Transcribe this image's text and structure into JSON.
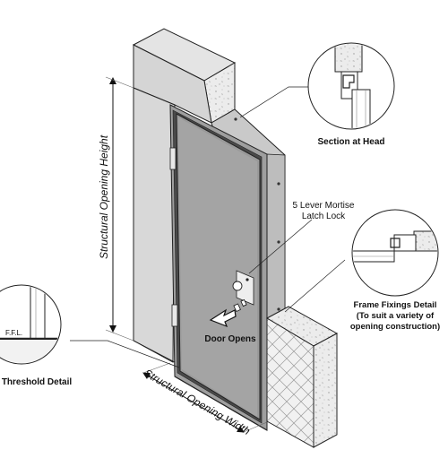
{
  "labels": {
    "section_at_head": "Section at Head",
    "lock_line1": "5 Lever Mortise",
    "lock_line2": "Latch Lock",
    "frame_fixings_line1": "Frame Fixings Detail",
    "frame_fixings_line2": "(To suit a variety of",
    "frame_fixings_line3": "opening construction)",
    "door_opens": "Door Opens",
    "threshold_detail": "Threshold Detail",
    "ffl": "F.F.L.",
    "structural_opening_height": "Structural Opening Height",
    "structural_opening_width": "Structural Opening Width"
  }
}
